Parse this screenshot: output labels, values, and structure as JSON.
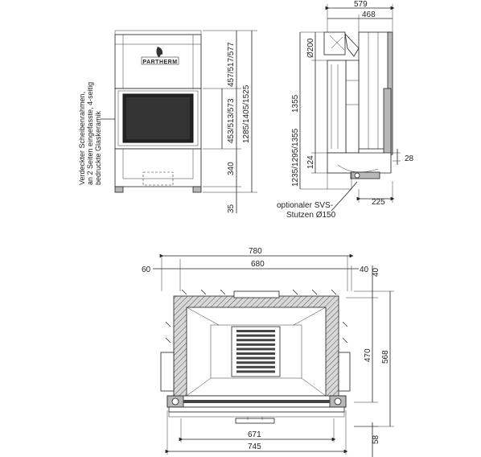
{
  "brand": {
    "logo_text": "PARTHERM"
  },
  "front_view": {
    "note_lines": [
      "Verdeckter Scheibenrahmen,",
      "an 2 Seiten eingefasste, 4-seitig",
      "bedruckte Glaskeramik"
    ],
    "dims": {
      "glass_height": "453/513/573",
      "upper_height": "457/517/577",
      "lower": "340",
      "total": "1285/1405/1525",
      "foot": "35"
    }
  },
  "side_view": {
    "dims": {
      "width_total": "579",
      "width_inner": "468",
      "flue": "Ø200",
      "flue_height": "1355",
      "base_height": "1235/1295/1355",
      "base_lower": "124",
      "right_28": "28",
      "bottom_225": "225"
    },
    "note_lines": [
      "optionaler SVS-",
      "Stutzen Ø150"
    ]
  },
  "plan_view": {
    "dims": {
      "top_60": "60",
      "top_680": "680",
      "top_40": "40",
      "total_780": "780",
      "right_40": "40",
      "right_470": "470",
      "right_568": "568",
      "bottom_58": "58",
      "bottom_671": "671",
      "bottom_745": "745"
    }
  }
}
